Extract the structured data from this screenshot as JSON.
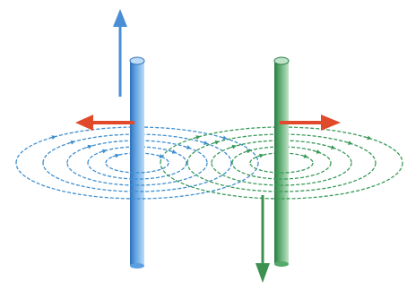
{
  "diagram": {
    "colors": {
      "background": "#ffffff",
      "left_conductor": "#5a9fe0",
      "left_conductor_dark": "#2f6fb8",
      "left_conductor_light": "#bcdcf7",
      "right_conductor": "#55a86a",
      "right_conductor_dark": "#2d7a45",
      "right_conductor_light": "#bfe3c8",
      "left_field_lines": "#3f8fd0",
      "right_field_lines": "#3a9a5a",
      "force_arrows": "#e04a2a",
      "current_up_arrow": "#4a8ed6",
      "current_down_arrow": "#3d9150"
    },
    "elements": {
      "left_conductor": {
        "current_direction": "up"
      },
      "right_conductor": {
        "current_direction": "down"
      },
      "left_force": {
        "direction": "left"
      },
      "right_force": {
        "direction": "right"
      },
      "left_field_loops": 5,
      "right_field_loops": 5
    }
  }
}
